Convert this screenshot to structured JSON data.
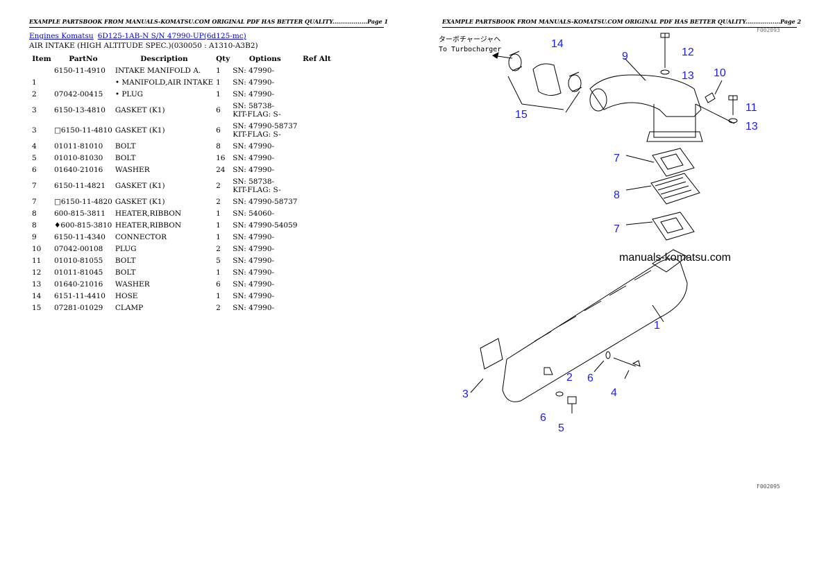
{
  "page1": {
    "header": "EXAMPLE PARTSBOOK FROM MANUALS-KOMATSU.COM ORIGINAL PDF HAS BETTER QUALITY..................Page 1",
    "breadcrumb": {
      "link1": "Engines Komatsu",
      "link2": "6D125-1AB-N S/N 47990-UP(6d125-mc)"
    },
    "subtitle": "AIR INTAKE (HIGH ALTITUDE SPEC.)(030050 : A1310-A3B2)",
    "columns": [
      "Item",
      "PartNo",
      "Description",
      "Qty",
      "Options",
      "Ref Alt"
    ],
    "rows": [
      {
        "item": "",
        "part": "6150-11-4910",
        "desc": "INTAKE MANIFOLD A.",
        "qty": "1",
        "opt": [
          "SN: 47990-"
        ]
      },
      {
        "item": "1",
        "part": "",
        "desc": "• MANIFOLD,AIR INTAKE",
        "qty": "1",
        "opt": [
          "SN: 47990-"
        ]
      },
      {
        "item": "2",
        "part": "07042-00415",
        "desc": "• PLUG",
        "qty": "1",
        "opt": [
          "SN: 47990-"
        ]
      },
      {
        "item": "3",
        "part": "6150-13-4810",
        "desc": "GASKET (K1)",
        "qty": "6",
        "opt": [
          "SN: 58738-",
          "KIT-FLAG: S-"
        ]
      },
      {
        "item": "3",
        "part": "□6150-11-4810",
        "desc": "GASKET (K1)",
        "qty": "6",
        "opt": [
          "SN: 47990-58737",
          "KIT-FLAG: S-"
        ]
      },
      {
        "item": "4",
        "part": "01011-81010",
        "desc": "BOLT",
        "qty": "8",
        "opt": [
          "SN: 47990-"
        ]
      },
      {
        "item": "5",
        "part": "01010-81030",
        "desc": "BOLT",
        "qty": "16",
        "opt": [
          "SN: 47990-"
        ]
      },
      {
        "item": "6",
        "part": "01640-21016",
        "desc": "WASHER",
        "qty": "24",
        "opt": [
          "SN: 47990-"
        ]
      },
      {
        "item": "7",
        "part": "6150-11-4821",
        "desc": "GASKET (K1)",
        "qty": "2",
        "opt": [
          "SN: 58738-",
          "KIT-FLAG: S-"
        ]
      },
      {
        "item": "7",
        "part": "□6150-11-4820",
        "desc": "GASKET (K1)",
        "qty": "2",
        "opt": [
          "SN: 47990-58737"
        ]
      },
      {
        "item": "8",
        "part": "600-815-3811",
        "desc": "HEATER,RIBBON",
        "qty": "1",
        "opt": [
          "SN: 54060-"
        ]
      },
      {
        "item": "8",
        "part": "♦600-815-3810",
        "desc": "HEATER,RIBBON",
        "qty": "1",
        "opt": [
          "SN: 47990-54059"
        ]
      },
      {
        "item": "9",
        "part": "6150-11-4340",
        "desc": "CONNECTOR",
        "qty": "1",
        "opt": [
          "SN: 47990-"
        ]
      },
      {
        "item": "10",
        "part": "07042-00108",
        "desc": "PLUG",
        "qty": "2",
        "opt": [
          "SN: 47990-"
        ]
      },
      {
        "item": "11",
        "part": "01010-81055",
        "desc": "BOLT",
        "qty": "5",
        "opt": [
          "SN: 47990-"
        ]
      },
      {
        "item": "12",
        "part": "01011-81045",
        "desc": "BOLT",
        "qty": "1",
        "opt": [
          "SN: 47990-"
        ]
      },
      {
        "item": "13",
        "part": "01640-21016",
        "desc": "WASHER",
        "qty": "6",
        "opt": [
          "SN: 47990-"
        ]
      },
      {
        "item": "14",
        "part": "6151-11-4410",
        "desc": "HOSE",
        "qty": "1",
        "opt": [
          "SN: 47990-"
        ]
      },
      {
        "item": "15",
        "part": "07281-01029",
        "desc": "CLAMP",
        "qty": "2",
        "opt": [
          "SN: 47990-"
        ]
      }
    ]
  },
  "page2": {
    "header": "EXAMPLE PARTSBOOK FROM MANUALS-KOMATSU.COM ORIGINAL PDF HAS BETTER QUALITY..................Page 2",
    "diagram": {
      "jp_label": "ターボチャージャヘ",
      "en_label": "To Turbocharger",
      "watermark": "manuals-komatsu.com",
      "callouts": [
        "14",
        "9",
        "12",
        "13",
        "10",
        "11",
        "13",
        "15",
        "7",
        "8",
        "7",
        "1",
        "2",
        "6",
        "4",
        "3",
        "6",
        "5"
      ],
      "callout_color": "#1a1aff",
      "top_code": "F002093",
      "bottom_code": "F002095"
    }
  }
}
